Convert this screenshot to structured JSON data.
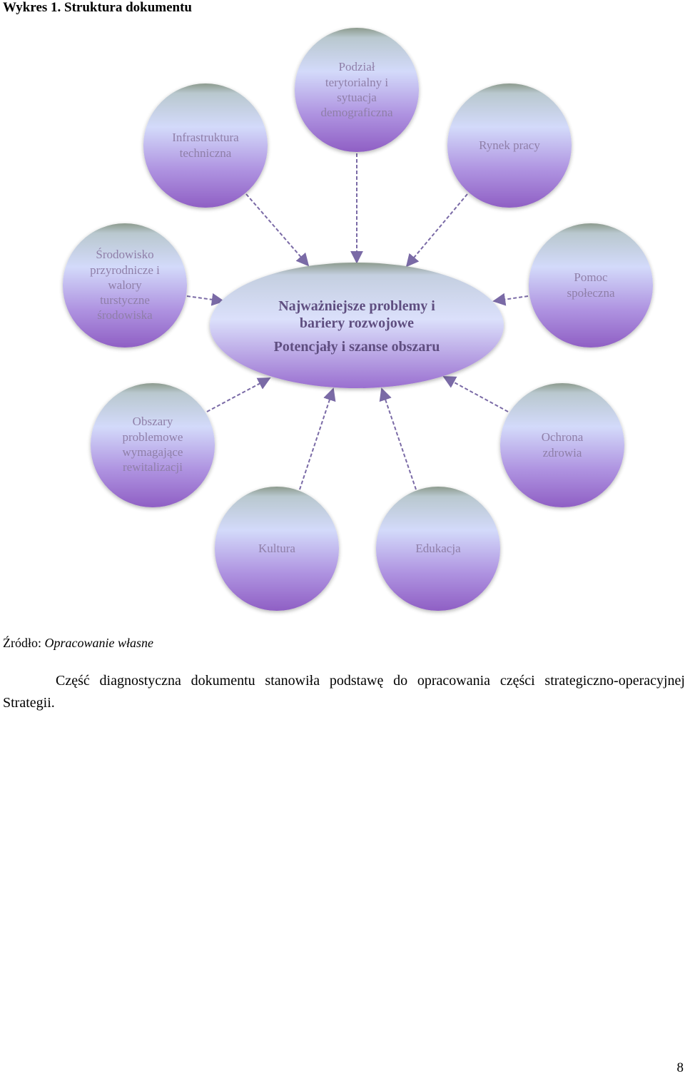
{
  "caption": "Wykres 1. Struktura dokumentu",
  "diagram": {
    "center": {
      "line1": "Najważniejsze problemy i",
      "line2": "bariery rozwojowe",
      "line3": "Potencjały i szanse obszaru"
    },
    "nodes": {
      "podzial": [
        "Podział",
        "terytorialny i",
        "sytuacja",
        "demograficzna"
      ],
      "infrastruktura": [
        "Infrastruktura",
        "techniczna"
      ],
      "rynek": [
        "Rynek pracy"
      ],
      "srodowisko": [
        "Środowisko",
        "przyrodnicze i",
        "walory",
        "turstyczne",
        "środowiska"
      ],
      "pomoc": [
        "Pomoc",
        "społeczna"
      ],
      "obszary": [
        "Obszary",
        "problemowe",
        "wymagające",
        "rewitalizacji"
      ],
      "ochrona": [
        "Ochrona",
        "zdrowia"
      ],
      "kultura": [
        "Kultura"
      ],
      "edukacja": [
        "Edukacja"
      ]
    },
    "colors": {
      "circle_top": "#8a9a8c",
      "circle_mid": "#cfd3f4",
      "circle_bottom": "#8f62c6",
      "arrow": "#7a6aa6"
    }
  },
  "source": {
    "label": "Źródło:",
    "value": "Opracowanie własne"
  },
  "paragraph": "Część diagnostyczna dokumentu stanowiła podstawę do opracowania części strategiczno-operacyjnej Strategii.",
  "page_number": "8"
}
